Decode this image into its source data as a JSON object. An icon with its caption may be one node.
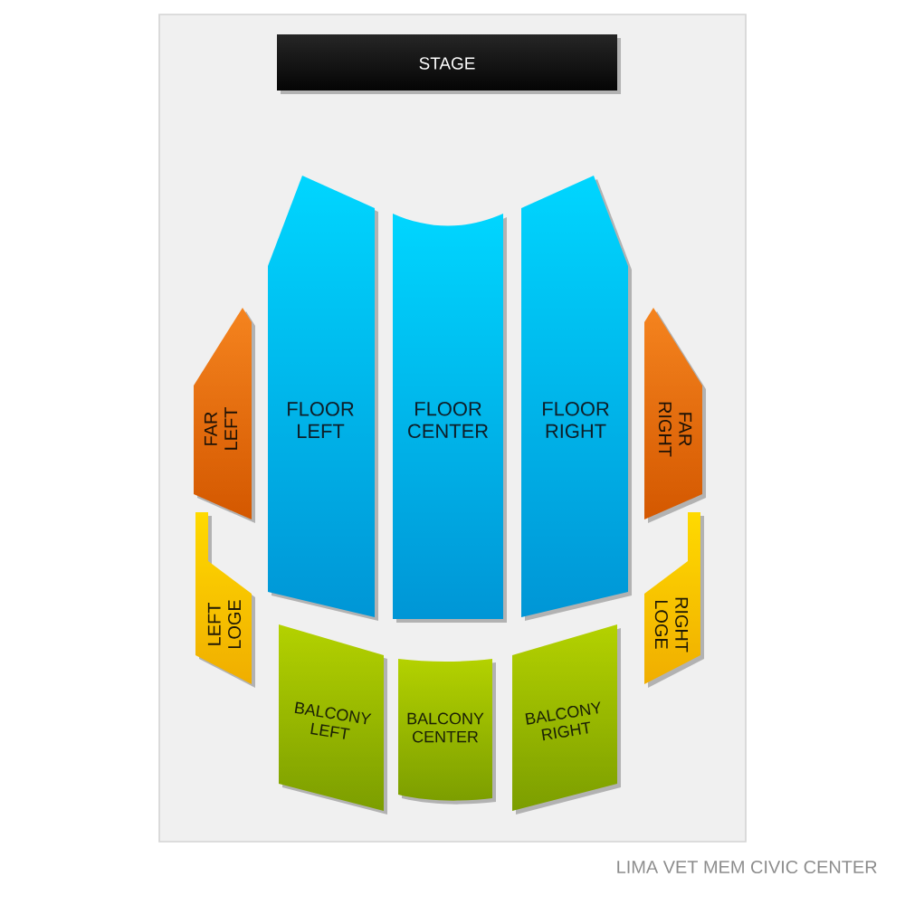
{
  "diagram": {
    "caption": "LIMA VET MEM CIVIC CENTER",
    "nodes": [
      {
        "text": [
          "STAGE"
        ]
      },
      {
        "text": [
          "FLOOR LEFT"
        ]
      },
      {
        "text": [
          "FLOOR CENTER"
        ]
      },
      {
        "text": [
          "FLOOR RIGHT"
        ]
      },
      {
        "text": [
          "FAR LEFT"
        ]
      },
      {
        "text": [
          "FAR RIGHT"
        ]
      },
      {
        "text": [
          "LEFT LOGE"
        ]
      },
      {
        "text": [
          "RIGHT LOGE"
        ]
      },
      {
        "text": [
          "BALCONY LEFT"
        ]
      },
      {
        "text": [
          "BALCONY CENTER"
        ]
      },
      {
        "text": [
          "BALCONY RIGHT"
        ]
      }
    ]
  }
}
